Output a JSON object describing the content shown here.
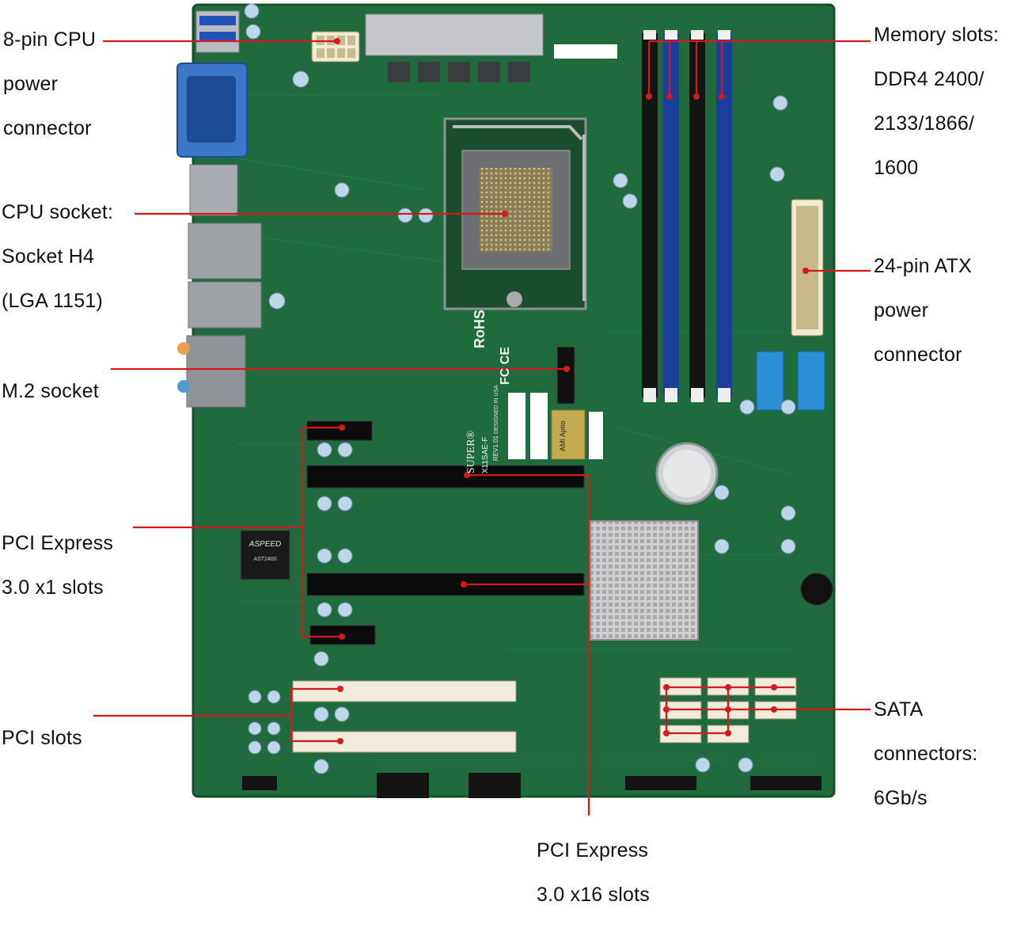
{
  "figure": {
    "board_silkscreen": [
      "SUPER®",
      "X11SAE-F",
      "REV1.01",
      "DESIGNED IN USA",
      "RoHS",
      "FC CE",
      "ASPEED",
      "AST2400",
      "AMI Aptio"
    ],
    "annotations": [
      {
        "id": "cpu-power",
        "lines": [
          "8-pin CPU",
          "power",
          "connector"
        ]
      },
      {
        "id": "memory",
        "lines": [
          "Memory slots:",
          "DDR4 2400/",
          "2133/1866/",
          "1600"
        ]
      },
      {
        "id": "cpu-socket",
        "lines": [
          "CPU socket:",
          "Socket H4",
          "(LGA 1151)"
        ]
      },
      {
        "id": "atx-power",
        "lines": [
          "24-pin ATX",
          "power",
          "connector"
        ]
      },
      {
        "id": "m2",
        "lines": [
          "M.2 socket"
        ]
      },
      {
        "id": "pcie-x1",
        "lines": [
          "PCI Express",
          "3.0 x1 slots"
        ]
      },
      {
        "id": "pci",
        "lines": [
          "PCI slots"
        ]
      },
      {
        "id": "sata",
        "lines": [
          "SATA",
          "connectors:",
          "6Gb/s"
        ]
      },
      {
        "id": "pcie-x16",
        "lines": [
          "PCI Express",
          "3.0 x16 slots"
        ]
      }
    ],
    "colors": {
      "pcb": "#1f6b3e",
      "pcb_dark": "#15502d",
      "leader": "#d61a1a",
      "dimm_black": "#141414",
      "dimm_blue": "#1c3f9e",
      "header_blue": "#2a8fd6",
      "connector_ivory": "#efe6c8",
      "heatsink": "#c9c9cc"
    }
  }
}
